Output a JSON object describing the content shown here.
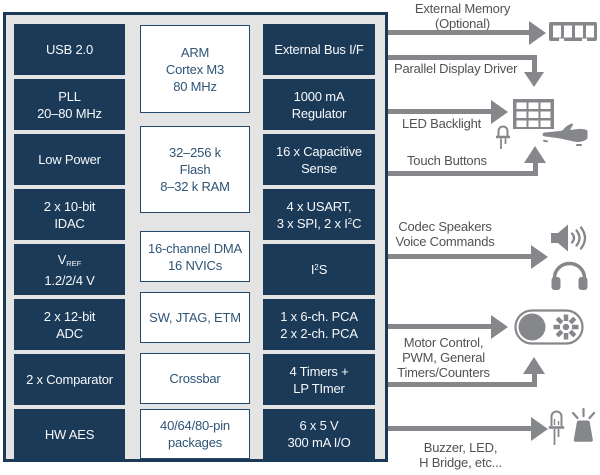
{
  "colors": {
    "block_navy": "#1B3A58",
    "panel_bg": "#E4E4E4",
    "white_block_border": "#24486B",
    "white_block_text": "#2E5577",
    "arrow_gray": "#85878A",
    "label_gray": "#525254"
  },
  "chip": {
    "left": [
      {
        "lines": [
          "USB 2.0"
        ]
      },
      {
        "lines": [
          "PLL",
          "20–80 MHz"
        ]
      },
      {
        "lines": [
          "Low Power"
        ]
      },
      {
        "lines": [
          "2 x 10-bit",
          "IDAC"
        ]
      },
      {
        "main": "V",
        "sub": "REF",
        "lines": [
          "1.2/2/4 V"
        ]
      },
      {
        "lines": [
          "2 x 12-bit",
          "ADC"
        ]
      },
      {
        "lines": [
          "2 x Comparator"
        ]
      },
      {
        "lines": [
          "HW AES"
        ]
      }
    ],
    "middle": [
      {
        "lines": [
          "ARM",
          "Cortex M3",
          "80 MHz"
        ]
      },
      {
        "lines": [
          "32–256 k",
          "Flash",
          "8–32 k RAM"
        ]
      },
      {
        "lines": [
          "16-channel DMA",
          "16 NVICs"
        ]
      },
      {
        "lines": [
          "SW, JTAG, ETM"
        ]
      },
      {
        "lines": [
          "Crossbar"
        ]
      },
      {
        "lines": [
          "40/64/80-pin",
          "packages"
        ]
      }
    ],
    "right": [
      {
        "lines": [
          "External Bus I/F"
        ]
      },
      {
        "lines": [
          "1000 mA",
          "Regulator"
        ]
      },
      {
        "lines": [
          "16 x Capacitive",
          "Sense"
        ]
      },
      {
        "lines": [
          "4 x USART,"
        ],
        "line2": {
          "pre": "3 x SPI, 2 x I",
          "sup": "2",
          "post": "C"
        }
      },
      {
        "pre": "I",
        "sup": "2",
        "post": "S"
      },
      {
        "lines": [
          "1 x 6-ch. PCA",
          "2 x 2-ch. PCA"
        ]
      },
      {
        "lines": [
          "4 Timers +",
          "LP TImer"
        ]
      },
      {
        "lines": [
          "6 x 5 V",
          "300 mA I/O"
        ]
      }
    ]
  },
  "peripherals": [
    {
      "name": "external-memory",
      "label_lines": [
        "External Memory",
        "(Optional)"
      ],
      "icons": [
        "memory-module-icon"
      ]
    },
    {
      "name": "parallel-display-driver",
      "label_lines": [
        "Parallel Display Driver"
      ],
      "icons": []
    },
    {
      "name": "led-backlight",
      "label_lines": [
        "LED Backlight"
      ],
      "icons": [
        "led-matrix-icon",
        "led-bulb-icon"
      ]
    },
    {
      "name": "touch-buttons",
      "label_lines": [
        "Touch Buttons"
      ],
      "icons": [
        "hand-icon"
      ]
    },
    {
      "name": "codec-speakers",
      "label_lines": [
        "Codec Speakers",
        "Voice Commands"
      ],
      "icons": [
        "speaker-icon",
        "headphones-icon"
      ]
    },
    {
      "name": "motor-control",
      "label_lines": [
        "Motor Control,",
        "PWM, General",
        "Timers/Counters"
      ],
      "icons": [
        "motor-icon"
      ]
    },
    {
      "name": "buzzer-led",
      "label_lines": [
        "Buzzer, LED,",
        "H Bridge, etc..."
      ],
      "icons": [
        "led-bulb-icon",
        "buzzer-icon"
      ]
    }
  ]
}
